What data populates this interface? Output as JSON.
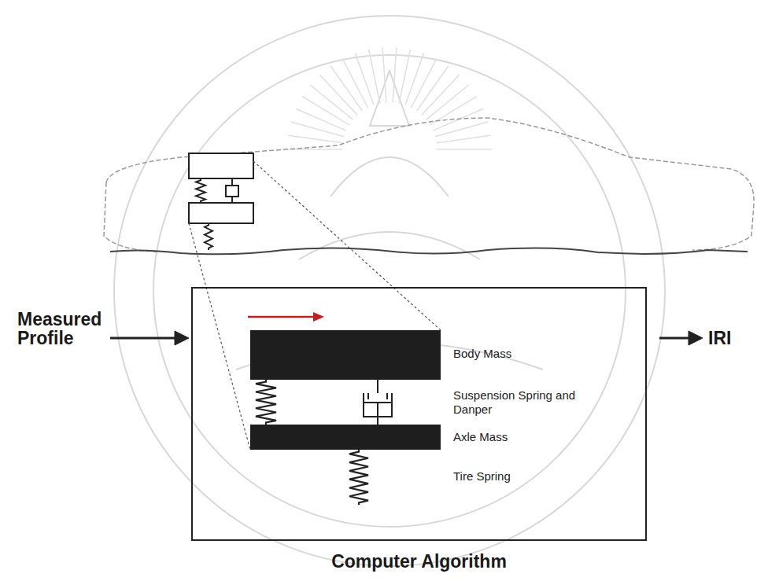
{
  "diagram": {
    "nodes": [
      {
        "text": [
          "Computer Algorithm"
        ]
      }
    ],
    "labels": [
      "Measured Profile",
      "IRI",
      "Body Mass",
      "Suspension Spring and Danper",
      "Axle Mass",
      "Tire Spring"
    ]
  }
}
